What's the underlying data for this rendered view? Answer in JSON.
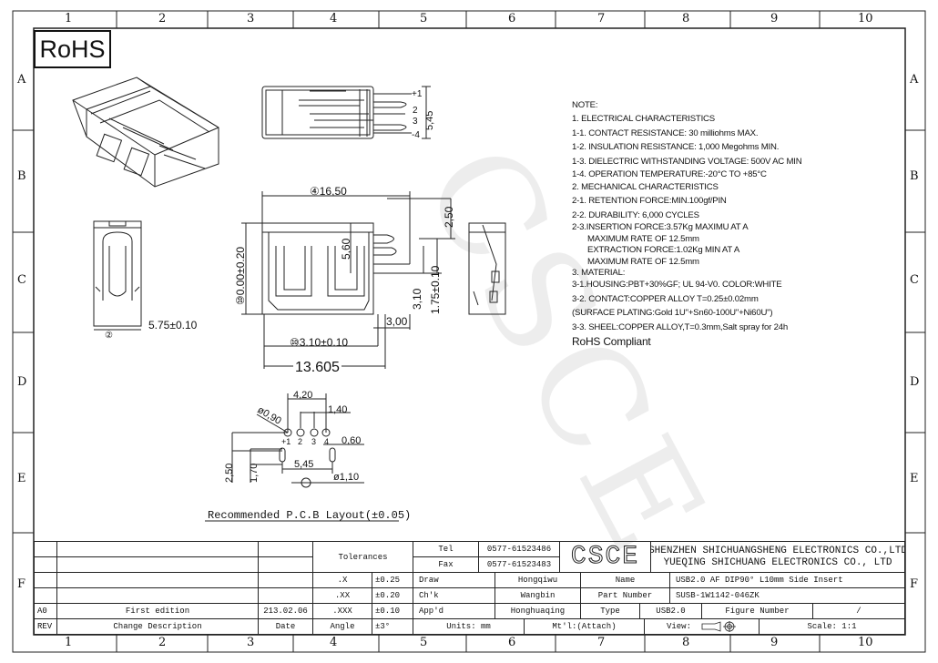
{
  "frame": {
    "columns": [
      "1",
      "2",
      "3",
      "4",
      "5",
      "6",
      "7",
      "8",
      "9",
      "10"
    ],
    "rows": [
      "A",
      "B",
      "C",
      "D",
      "E",
      "F"
    ]
  },
  "rohs_logo": "RoHS",
  "watermark": "CSCE",
  "notes": {
    "title": "NOTE:",
    "lines": [
      "1. ELECTRICAL CHARACTERISTICS",
      "1-1. CONTACT RESISTANCE: 30 milliohms  MAX.",
      "1-2. INSULATION RESISTANCE: 1,000 Megohms MIN.",
      "1-3. DIELECTRIC WITHSTANDING VOLTAGE: 500V AC MIN",
      "1-4. OPERATION  TEMPERATURE:-20°C TO  +85°C",
      "2. MECHANICAL CHARACTERISTICS",
      "2-1. RETENTION FORCE:MIN.100gf/PIN",
      "2-2. DURABILITY: 6,000 CYCLES",
      "2-3.INSERTION FORCE:3.57Kg MAXIMU  AT A",
      "MAXIMUM RATE OF 12.5mm",
      "EXTRACTION FORCE:1.02Kg MIN  AT A",
      "MAXIMUM RATE OF 12.5mm",
      "3. MATERIAL:",
      "3-1.HOUSING:PBT+30%GF; UL 94-V0. COLOR:WHITE",
      "3-2. CONTACT:COPPER ALLOY  T=0.25±0.02mm",
      "(SURFACE PLATING:Gold 1U\"+Sn60-100U\"+Ni60U\")",
      "3-3. SHEEL:COPPER ALLOY,T=0.3mm,Salt spray for 24h",
      "RoHS Compliant"
    ]
  },
  "dims": {
    "width_top": "④16,50",
    "d250": "2,50",
    "d560": "5,60",
    "height": "⑩0.00±0.20",
    "d310": "3,10",
    "d175": "1.75±0.10",
    "d300": "3,00",
    "d310b": "⑩3.10±0.10",
    "total": "13.605",
    "side": "5.75±0.10",
    "side_mark": "②",
    "pin1": "+1",
    "pin2": "2",
    "pin3": "3",
    "pin4": "-4",
    "top545": "5,45"
  },
  "pcb": {
    "d420": "4,20",
    "d140": "1,40",
    "d090": "ø0,90",
    "d060": "0,60",
    "d545": "5,45",
    "d110": "ø1,10",
    "d250": "2,50",
    "d170": "1,70",
    "p1": "+1",
    "p2": "2",
    "p3": "3",
    "p4": "4",
    "caption": "Recommended P.C.B Layout(±0.05)"
  },
  "title_block": {
    "tolerances": "Tolerances",
    "tol": [
      [
        ".X",
        "±0.25"
      ],
      [
        ".XX",
        "±0.20"
      ],
      [
        ".XXX",
        "±0.10"
      ],
      [
        "Angle",
        "±3°"
      ]
    ],
    "rev_row": {
      "rev": "A0",
      "desc": "First edition",
      "date": "213.02.06"
    },
    "headers": {
      "rev": "REV",
      "desc": "Change Description",
      "date": "Date"
    },
    "tel_label": "Tel",
    "tel": "0577-61523486",
    "fax_label": "Fax",
    "fax": "0577-61523483",
    "logo": "CSCE",
    "company1": "SHENZHEN SHICHUANGSHENG ELECTRONICS CO.,LTD",
    "company2": "YUEQING SHICHUANG ELECTRONICS CO., LTD",
    "draw_label": "Draw",
    "draw": "Hongqiwu",
    "chk_label": "Ch'k",
    "chk": "Wangbin",
    "appd_label": "App'd",
    "appd": "Honghuaqing",
    "name_label": "Name",
    "name": "USB2.0 AF DIP90°  L10mm Side Insert",
    "part_label": "Part Number",
    "part": "SUSB-1W1142-046ZK",
    "type_label": "Type",
    "type": "USB2.0",
    "fig_label": "Figure Number",
    "fig": "/",
    "units": "Units: mm",
    "material": "Mt'l:(Attach)",
    "view": "View:",
    "scale": "Scale: 1:1"
  }
}
